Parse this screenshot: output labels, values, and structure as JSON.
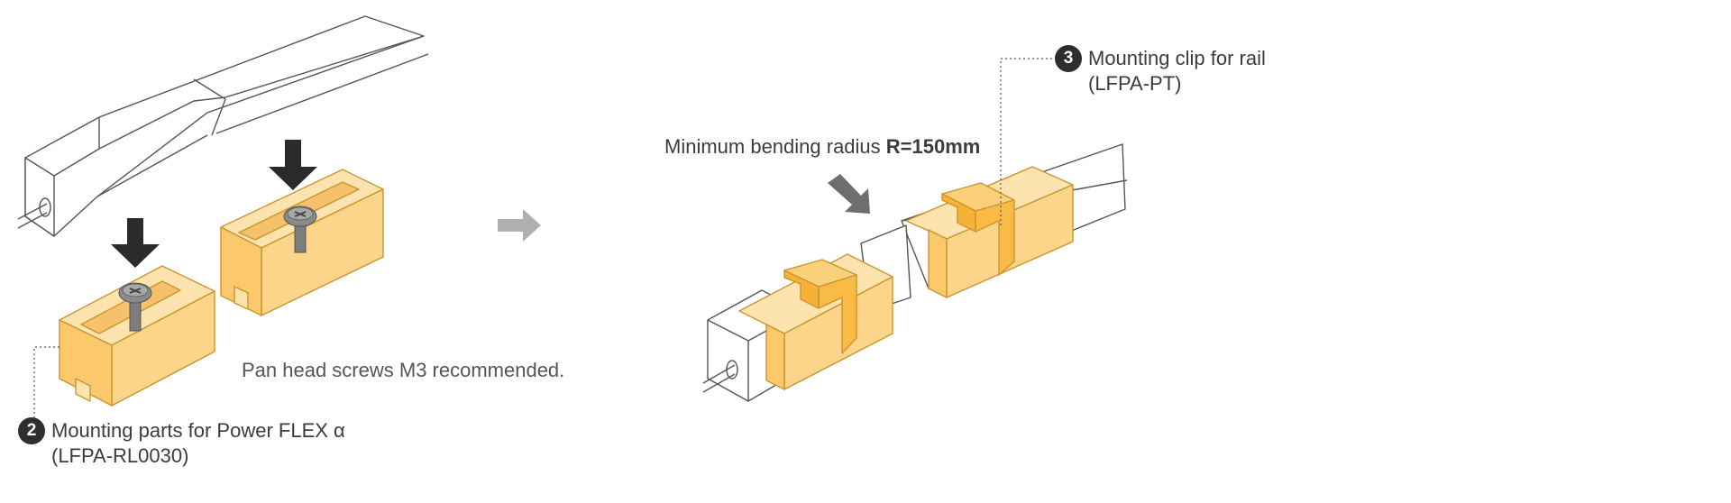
{
  "labels": {
    "screw_note": "Pan head screws M3 recommended.",
    "item2": {
      "number": "2",
      "line1": "Mounting parts for Power FLEX α",
      "line2": "(LFPA-RL0030)"
    },
    "item3": {
      "number": "3",
      "line1": "Mounting clip for rail",
      "line2": "(LFPA-PT)"
    },
    "radius": {
      "text": "Minimum bending radius ",
      "value": "R=150mm"
    }
  },
  "colors": {
    "part_fill": "#fcd48a",
    "part_stroke": "#c9962e",
    "clip_fill": "#f9bb46",
    "arrow_dark": "#2b2b2b",
    "arrow_gray": "#b0b0b0",
    "line": "#555555"
  },
  "icons": [
    "down-arrow-icon",
    "right-arrow-icon",
    "screw-icon",
    "bend-arrow-icon"
  ]
}
